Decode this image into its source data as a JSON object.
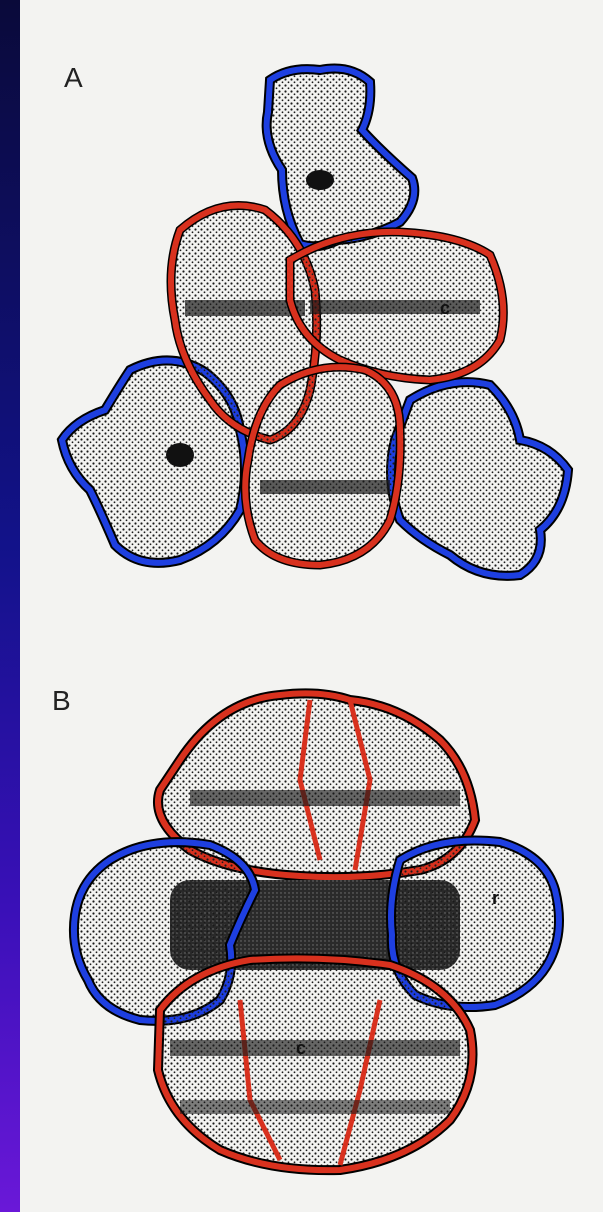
{
  "panels": [
    {
      "label": "A",
      "subunit_label": "c"
    },
    {
      "label": "B",
      "subunit_label": "c",
      "subunit_label_2": "r"
    }
  ],
  "colors": {
    "catalytic_outline": "#d8311e",
    "regulatory_outline": "#1e3fe0",
    "stipple": "#1a1a1a",
    "paper": "#f3f3f1",
    "background": "#0a0a3a"
  }
}
